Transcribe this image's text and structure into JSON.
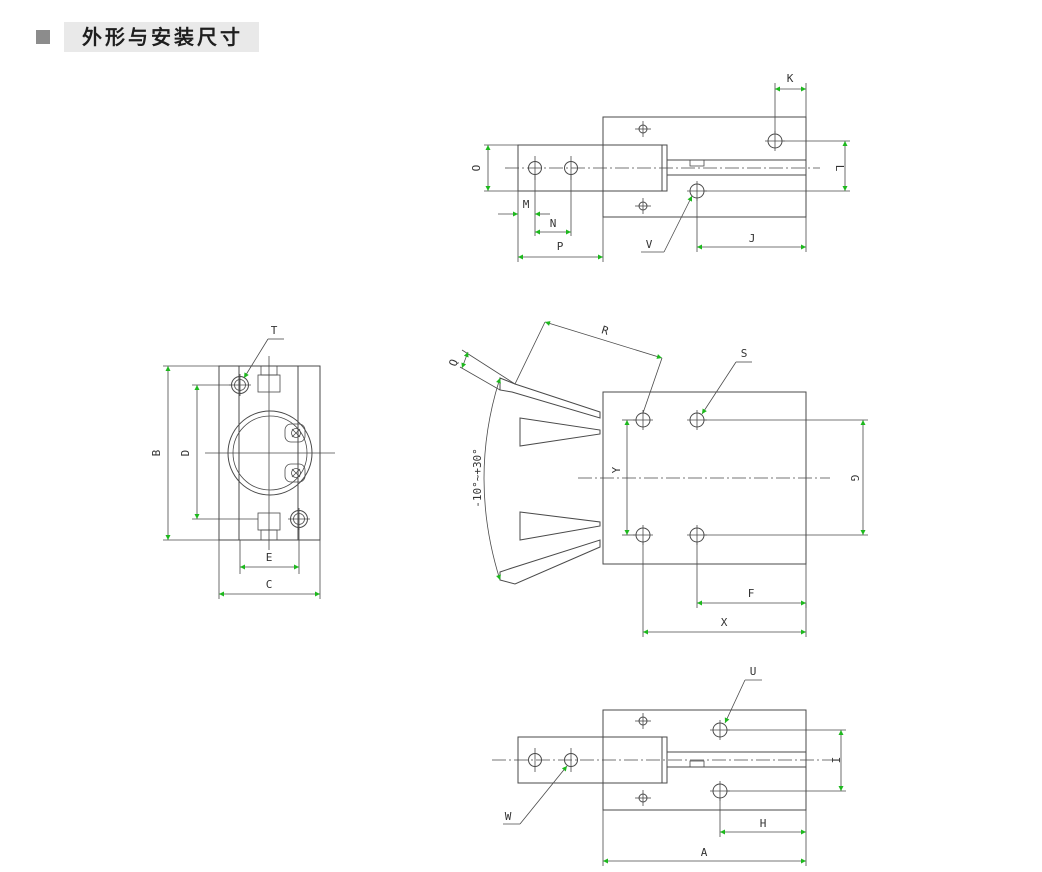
{
  "header": {
    "title": "外形与安装尺寸"
  },
  "colors": {
    "line": "#4a4a4a",
    "arrow": "#1db81d",
    "header_bg": "#e9e9e9",
    "header_square": "#8c8c8c"
  },
  "labels": {
    "K": "K",
    "O": "O",
    "L": "L",
    "M": "M",
    "N": "N",
    "P": "P",
    "V": "V",
    "J": "J",
    "T": "T",
    "B": "B",
    "D": "D",
    "E": "E",
    "C": "C",
    "R": "R",
    "Q": "Q",
    "S": "S",
    "angle": "-10°~+30°",
    "Y": "Y",
    "G": "G",
    "F": "F",
    "X": "X",
    "U": "U",
    "I": "I",
    "W": "W",
    "H": "H",
    "A": "A"
  }
}
